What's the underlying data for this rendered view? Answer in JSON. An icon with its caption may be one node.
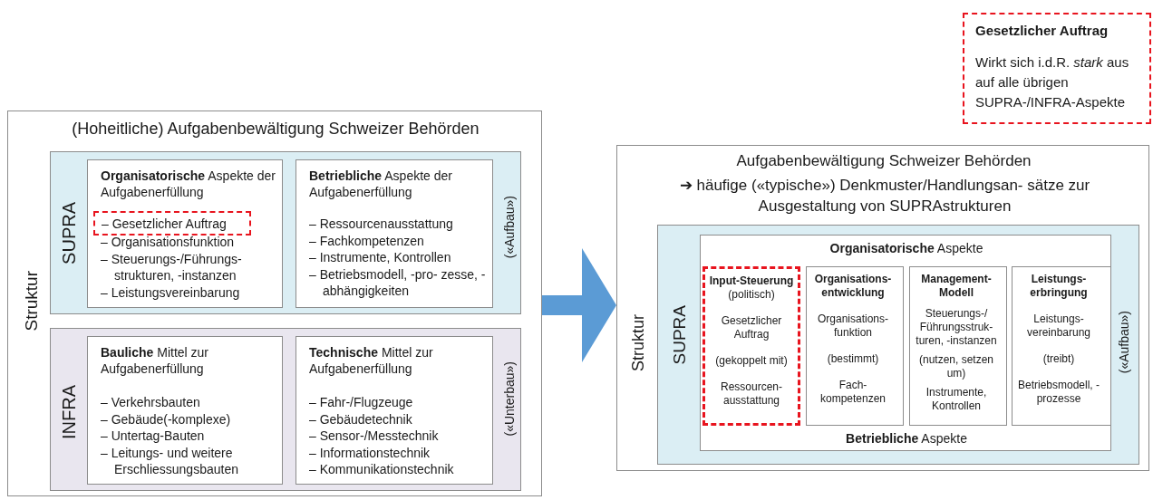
{
  "diagram": {
    "nodes": [
      {
        "text": [
          "(Hoheitliche) Aufgabenbewältigung Schweizer Behörden",
          "Struktur"
        ]
      },
      {
        "text": [
          "SUPRA",
          "(«Aufbau»)"
        ],
        "in": 0
      },
      {
        "text": [
          "**Organisatorische** Aspekte der Aufgabenerfüllung",
          "– Organisationsfunktion",
          "– Steuerungs-/Führungs- strukturen, -instanzen",
          "– Leistungsvereinbarung"
        ],
        "in": 1
      },
      {
        "text": [
          "– Gesetzlicher Auftrag"
        ],
        "in": 2
      },
      {
        "text": [
          "**Betriebliche** Aspekte der Aufgabenerfüllung",
          "– Ressourcenausstattung",
          "– Fachkompetenzen",
          "– Instrumente, Kontrollen",
          "– Betriebsmodell, -pro- zesse, -abhängigkeiten"
        ],
        "in": 1
      },
      {
        "text": [
          "INFRA",
          "(«Unterbau»)"
        ],
        "in": 0
      },
      {
        "text": [
          "**Bauliche** Mittel zur Aufgabenerfüllung",
          "– Verkehrsbauten",
          "– Gebäude(-komplexe)",
          "– Untertag-Bauten",
          "– Leitungs- und weitere Erschliessungsbauten"
        ],
        "in": 5
      },
      {
        "text": [
          "**Technische** Mittel zur Aufgabenerfüllung",
          "– Fahr-/Flugzeuge",
          "– Gebäudetechnik",
          "– Sensor-/Messtechnik",
          "– Informationstechnik",
          "– Kommunikationstechnik"
        ],
        "in": 5
      },
      {
        "text": [
          "Aufgabenbewältigung Schweizer Behörden",
          "➔ häufige («typische») Denkmuster/Handlungsan- sätze zur Ausgestaltung von SUPRAstrukturen",
          "Struktur"
        ]
      },
      {
        "text": [
          "SUPRA",
          "(«Aufbau»)"
        ],
        "in": 8
      },
      {
        "text": [
          "**Organisatorische** Aspekte",
          "**Betriebliche** Aspekte"
        ],
        "in": 9
      },
      {
        "text": [
          "Input-Steuerung",
          "(politisch)",
          "Gesetzlicher Auftrag",
          "(gekoppelt mit)",
          "Ressourcen- ausstattung"
        ],
        "in": 10
      },
      {
        "text": [
          "Organisations- entwicklung",
          "Organisations- funktion",
          "(bestimmt)",
          "Fach- kompetenzen"
        ],
        "in": 10
      },
      {
        "text": [
          "Management- Modell",
          "Steuerungs-/ Führungsstruk- turen, -instanzen",
          "(nutzen, setzen um)",
          "Instrumente, Kontrollen"
        ],
        "in": 10
      },
      {
        "text": [
          "Leistungs- erbringung",
          "Leistungs- vereinbarung",
          "(treibt)",
          "Betriebsmodell, -prozesse"
        ],
        "in": 10
      },
      {
        "text": [
          "Gesetzlicher Auftrag",
          "Wirkt sich i.d.R. *stark* aus auf alle übrigen SUPRA-/INFRA-Aspekte"
        ]
      }
    ],
    "edges": [
      {
        "from": 0,
        "to": 8,
        "arrow": "to"
      }
    ]
  }
}
